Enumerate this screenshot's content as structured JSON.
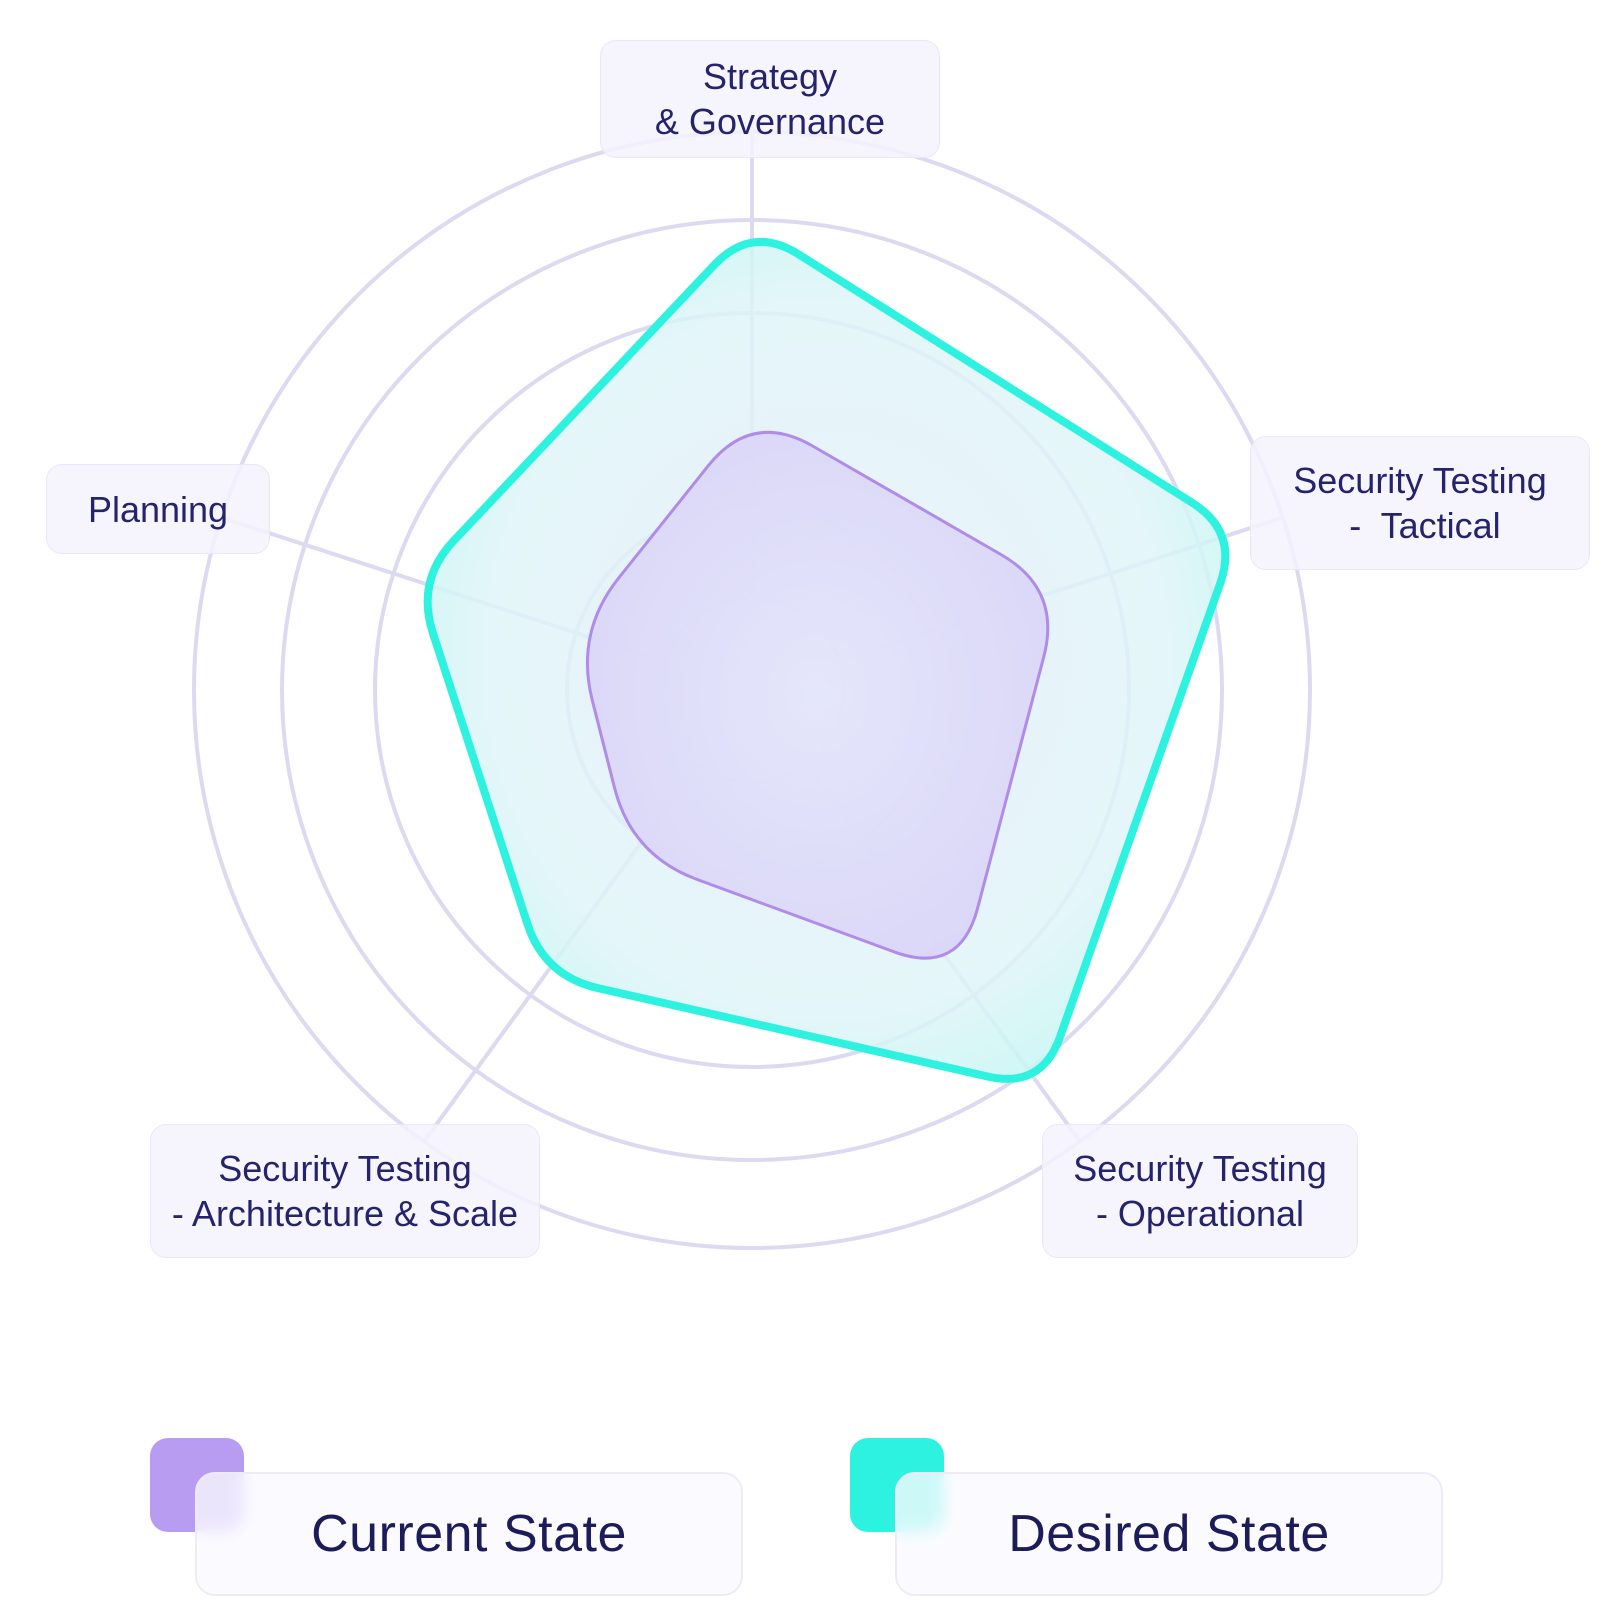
{
  "chart_data": {
    "type": "radar",
    "axes": [
      {
        "name": "Strategy\n& Governance",
        "lines": [
          "Strategy",
          "& Governance"
        ]
      },
      {
        "name": "Security Testing\n- Tactical",
        "lines": [
          "Security Testing",
          " -  Tactical"
        ]
      },
      {
        "name": "Security Testing\n- Operational",
        "lines": [
          "Security Testing",
          "- Operational"
        ]
      },
      {
        "name": "Security Testing\n- Architecture & Scale",
        "lines": [
          "Security Testing",
          "- Architecture & Scale"
        ]
      },
      {
        "name": "Planning",
        "lines": [
          "Planning"
        ]
      }
    ],
    "range": [
      0,
      5
    ],
    "rings": 5,
    "grid": true,
    "series": [
      {
        "name": "Current State",
        "values": [
          3.0,
          3.5,
          3.8,
          2.2,
          2.0
        ],
        "color": "#b79cf2"
      },
      {
        "name": "Desired State",
        "values": [
          5.0,
          5.5,
          5.3,
          3.8,
          3.8
        ],
        "color": "#2ef2e0"
      }
    ],
    "legend_position": "bottom"
  }
}
